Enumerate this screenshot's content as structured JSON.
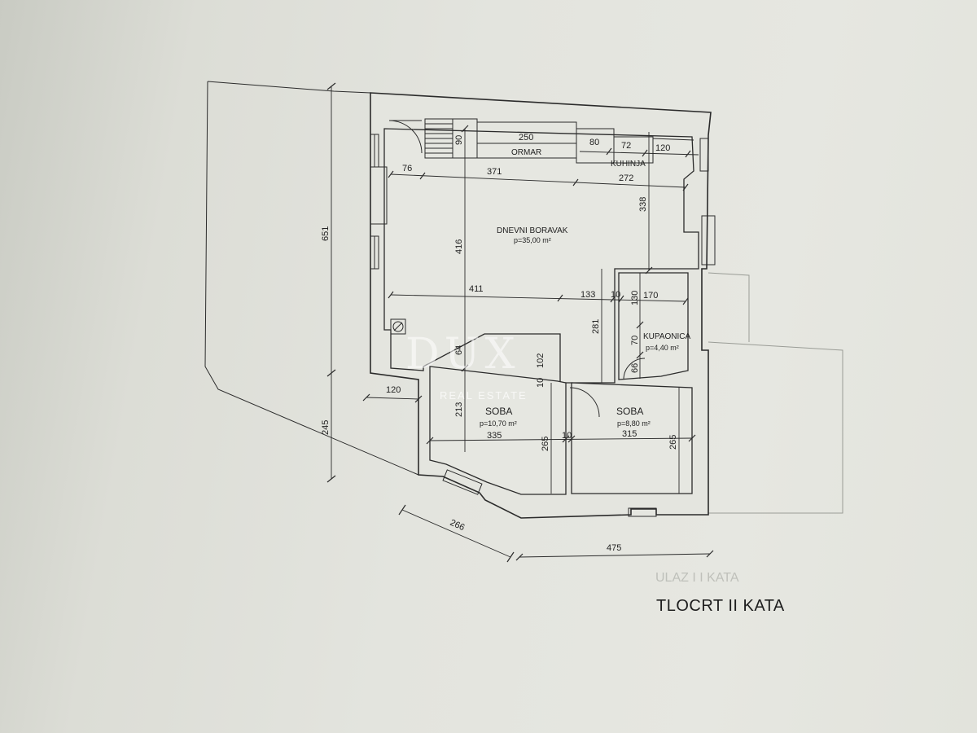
{
  "title": "TLOCRT  II KATA",
  "ghost_text": "ULAZ I I KATA",
  "watermark": {
    "brand": "DUX",
    "sub": "REAL ESTATE"
  },
  "rooms": {
    "living": {
      "name": "DNEVNI BORAVAK",
      "area": "p=35,00 m²"
    },
    "wardrobe": {
      "name": "ORMAR"
    },
    "kitchen": {
      "name": "KUHINJA"
    },
    "bathroom": {
      "name": "KUPAONICA",
      "area": "p=4,40 m²"
    },
    "room1": {
      "name": "SOBA",
      "area": "p=10,70 m²"
    },
    "room2": {
      "name": "SOBA",
      "area": "p=8,80 m²"
    }
  },
  "dimensions": {
    "d90": "90",
    "d250": "250",
    "d80": "80",
    "d72": "72",
    "d120_top": "120",
    "d76": "76",
    "d371": "371",
    "d272": "272",
    "d338": "338",
    "d416": "416",
    "d411": "411",
    "d133": "133",
    "d10_a": "10",
    "d130": "130",
    "d170": "170",
    "d281": "281",
    "d70": "70",
    "d66": "66",
    "d64": "64",
    "d10_b": "10",
    "d102": "102",
    "d213": "213",
    "d335": "335",
    "d265_a": "265",
    "d10_c": "10",
    "d315": "315",
    "d265_b": "265",
    "d120_left": "120",
    "d651": "651",
    "d245": "245",
    "d266": "266",
    "d475": "475"
  }
}
